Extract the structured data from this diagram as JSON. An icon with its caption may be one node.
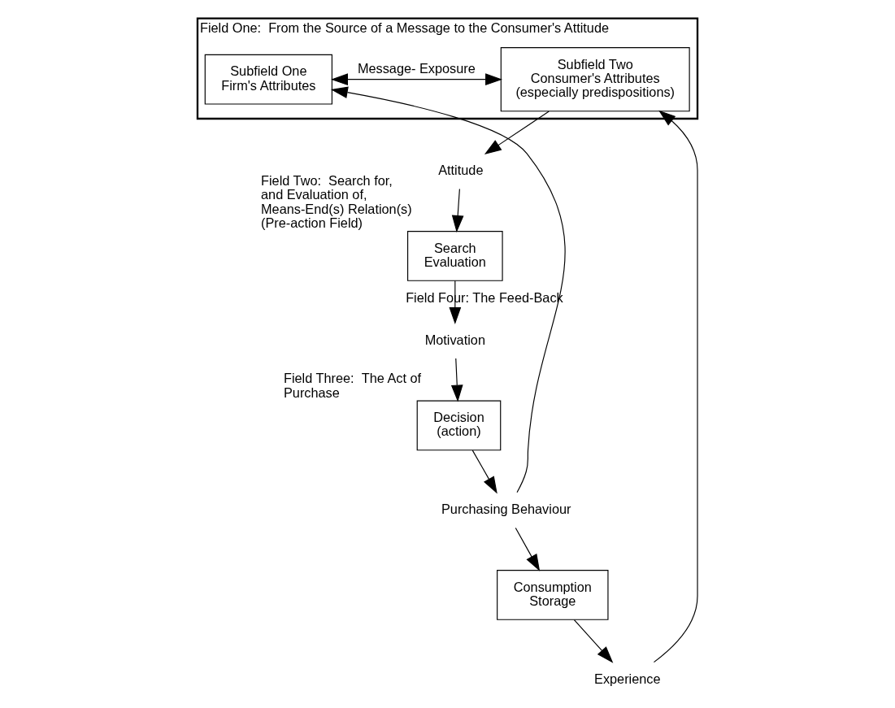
{
  "diagram": {
    "nodes": [
      {
        "text": [
          "Field One:  From the Source of a Message to the Consumer's Attitude"
        ]
      },
      {
        "text": [
          "Subfield One",
          "Firm's Attributes"
        ],
        "in": 0
      },
      {
        "text": [
          "Subfield Two",
          "Consumer's Attributes",
          "(especially predispositions)"
        ],
        "in": 0
      },
      {
        "text": [
          "Attitude"
        ]
      },
      {
        "text": [
          "Search",
          "Evaluation"
        ],
        "beside": [
          "Field Two:  Search for, and Evaluation of, Means-End(s) Relation(s) (Pre-action Field)"
        ]
      },
      {
        "text": [
          "Motivation"
        ]
      },
      {
        "text": [
          "Decision",
          "(action)"
        ],
        "beside": [
          "Field Three:  The Act of Purchase"
        ]
      },
      {
        "text": [
          "Purchasing Behaviour"
        ]
      },
      {
        "text": [
          "Consumption",
          "Storage"
        ]
      },
      {
        "text": [
          "Experience"
        ]
      }
    ],
    "edges": [
      {
        "from": 1,
        "to": 2,
        "arrow": "both",
        "label": "Message- Exposure"
      },
      {
        "from": 2,
        "to": 3,
        "arrow": "to"
      },
      {
        "from": 3,
        "to": 4,
        "arrow": "to"
      },
      {
        "from": 4,
        "to": 5,
        "arrow": "to"
      },
      {
        "from": 5,
        "to": 6,
        "arrow": "to"
      },
      {
        "from": 6,
        "to": 7,
        "arrow": "to"
      },
      {
        "from": 7,
        "to": 8,
        "arrow": "to"
      },
      {
        "from": 8,
        "to": 9,
        "arrow": "to"
      },
      {
        "from": 9,
        "to": 2,
        "arrow": "to"
      },
      {
        "from": 7,
        "to": 1,
        "arrow": "to",
        "label": "Field Four: The Feed-Back"
      }
    ]
  }
}
